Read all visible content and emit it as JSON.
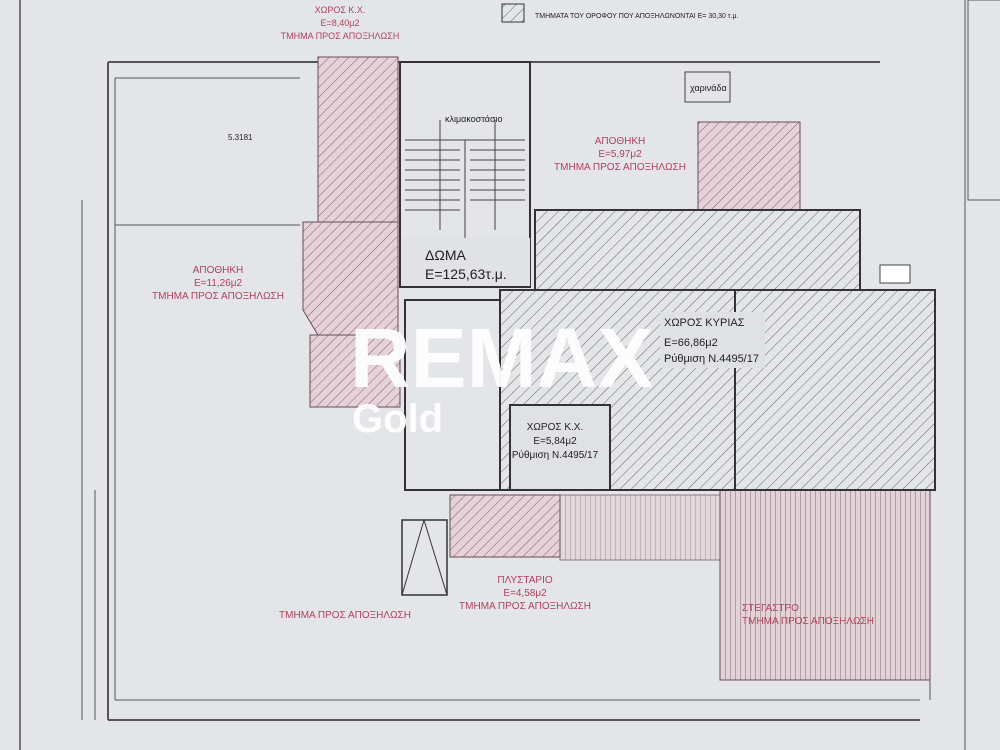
{
  "legend": {
    "text": "ΤΜΗΜΑΤΑ ΤΟΥ ΟΡΟΦΟΥ ΠΟΥ ΑΠΟΞΗΛΩΝΟΝΤΑΙ Ε= 30,30 τ.μ."
  },
  "rooms": {
    "wc_top": {
      "name": "ΧΩΡΟΣ Κ.Χ.",
      "area": "Ε=8,40μ2",
      "note": "ΤΜΗΜΑ ΠΡΟΣ ΑΠΟΞΗΛΩΣΗ"
    },
    "storage_top": {
      "name": "ΑΠΟΘΗΚΗ",
      "area": "Ε=5,97μ2",
      "note": "ΤΜΗΜΑ ΠΡΟΣ ΑΠΟΞΗΛΩΣΗ"
    },
    "storage_left": {
      "name": "ΑΠΟΘΗΚΗ",
      "area": "Ε=11,26μ2",
      "note": "ΤΜΗΜΑ ΠΡΟΣ ΑΠΟΞΗΛΩΣΗ"
    },
    "roof": {
      "name": "ΔΩΜΑ",
      "area": "Ε=125,63τ.μ."
    },
    "main": {
      "name": "ΧΩΡΟΣ ΚΥΡΙΑΣ",
      "area": "Ε=66,86μ2",
      "note": "Ρύθμιση Ν.4495/17"
    },
    "wc_mid": {
      "name": "ΧΩΡΟΣ Κ.Χ.",
      "area": "Ε=5,84μ2",
      "note": "Ρύθμιση Ν.4495/17"
    },
    "laundry": {
      "name": "ΠΛΥΣΤΑΡΙΟ",
      "area": "Ε=4,58μ2",
      "note": "ΤΜΗΜΑ ΠΡΟΣ ΑΠΟΞΗΛΩΣΗ"
    },
    "shaft": {
      "note": "ΤΜΗΜΑ ΠΡΟΣ ΑΠΟΞΗΛΩΣΗ"
    },
    "canopy": {
      "name": "ΣΤΕΓΑΣΤΡΟ",
      "note": "ΤΜΗΜΑ ΠΡΟΣ ΑΠΟΞΗΛΩΣΗ"
    }
  },
  "labels": {
    "stairs": "κλιμακοστάσιο",
    "chimney": "χαρινάδα",
    "dimension": "5.3181"
  },
  "watermark": {
    "brand": "REMAX",
    "sub": "Gold"
  },
  "colors": {
    "paper": "#e3e5e8",
    "red": "#b0405a",
    "line": "#333333"
  }
}
